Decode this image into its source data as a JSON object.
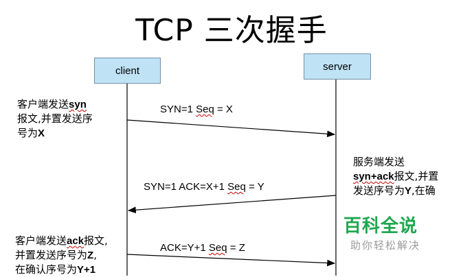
{
  "title": "TCP 三次握手",
  "actors": {
    "client": "client",
    "server": "server"
  },
  "notes": {
    "client_syn": {
      "line1_prefix": "客户端发送",
      "line1_keyword": "syn",
      "line2": "报文,并置发送序",
      "line3_prefix": "号为",
      "line3_var": "X"
    },
    "server_synack": {
      "line1": "服务端发送",
      "line2_keyword": "syn+ack",
      "line2_suffix": "报文,并置",
      "line3_prefix": "发送序号为",
      "line3_var": "Y",
      "line3_suffix": ",在确"
    },
    "client_ack": {
      "line1_prefix": "客户端发送",
      "line1_keyword": "ack",
      "line1_suffix": "报文,",
      "line2_prefix": "并置发送序号为",
      "line2_var": "Z",
      "line2_suffix": ",",
      "line3_prefix": "在确认序号为",
      "line3_var": "Y+1"
    }
  },
  "messages": {
    "syn": {
      "prefix": "SYN=1 ",
      "seq_word": "Seq",
      "suffix": " = X"
    },
    "synack": {
      "prefix": "SYN=1  ACK=X+1 ",
      "seq_word": "Seq",
      "suffix": " = Y"
    },
    "ack": {
      "prefix": "ACK=Y+1 ",
      "seq_word": "Seq",
      "suffix": " = Z"
    }
  },
  "watermark": {
    "title": "百科全说",
    "subtitle": "助你轻松解决"
  },
  "colors": {
    "box_fill": "#bfe2f4",
    "watermark_green": "#1fa74f"
  }
}
